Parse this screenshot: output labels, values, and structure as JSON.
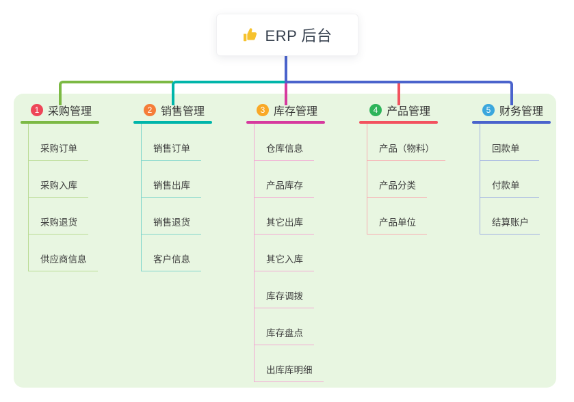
{
  "title": {
    "icon_name": "thumbs-up-icon",
    "icon_char": "👍",
    "text": "ERP 后台"
  },
  "colors": {
    "panel_bg": "#e8f6e1",
    "root_stem": "#4a63cc",
    "title_icon": "#f6c22e",
    "title_text": "#36404e"
  },
  "branches": [
    {
      "num": "1",
      "label": "采购管理",
      "num_color": "#ee4658",
      "line_color": "#7cb944",
      "light_color": "#b9db93",
      "children": [
        "采购订单",
        "采购入库",
        "采购退货",
        "供应商信息"
      ]
    },
    {
      "num": "2",
      "label": "销售管理",
      "num_color": "#f57d38",
      "line_color": "#00b5aa",
      "light_color": "#7fd5cb",
      "children": [
        "销售订单",
        "销售出库",
        "销售退货",
        "客户信息"
      ]
    },
    {
      "num": "3",
      "label": "库存管理",
      "num_color": "#f9a826",
      "line_color": "#d63a9e",
      "light_color": "#f3a7d3",
      "children": [
        "仓库信息",
        "产品库存",
        "其它出库",
        "其它入库",
        "库存调拨",
        "库存盘点",
        "出库库明细"
      ]
    },
    {
      "num": "4",
      "label": "产品管理",
      "num_color": "#2eb45a",
      "line_color": "#f2525f",
      "light_color": "#f8abb0",
      "children": [
        "产品（物料）",
        "产品分类",
        "产品单位"
      ]
    },
    {
      "num": "5",
      "label": "财务管理",
      "num_color": "#3ba7dd",
      "line_color": "#4a63cc",
      "light_color": "#9fb0e2",
      "children": [
        "回款单",
        "付款单",
        "结算账户"
      ]
    }
  ]
}
